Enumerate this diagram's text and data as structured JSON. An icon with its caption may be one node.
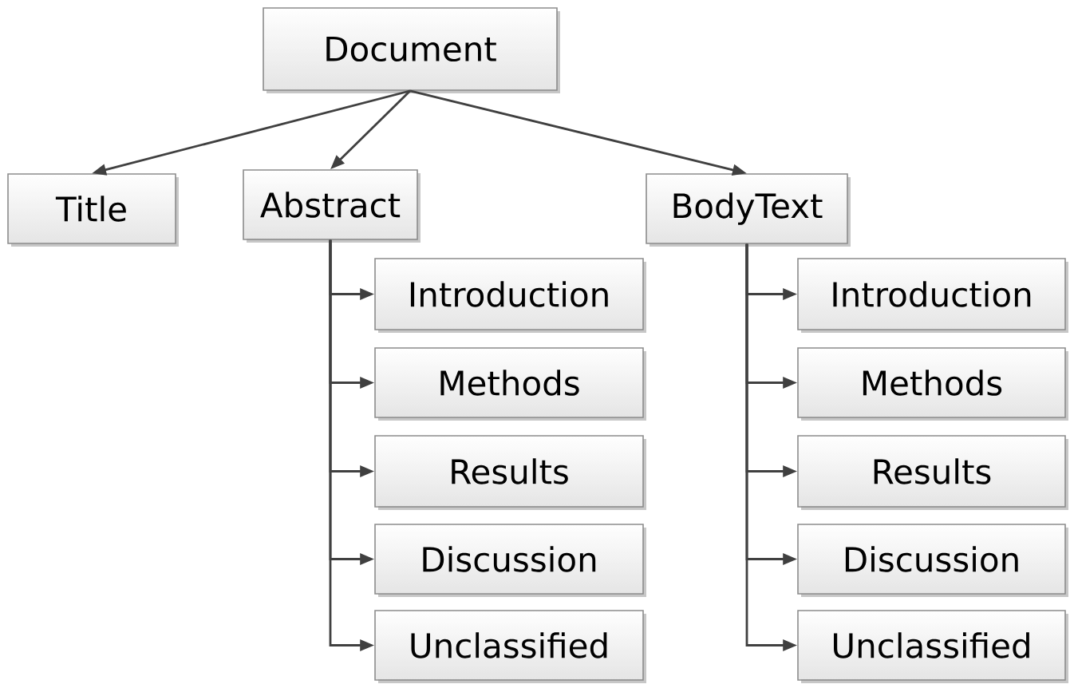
{
  "diagram": {
    "nodes": [
      {
        "text": [
          "Document"
        ]
      },
      {
        "text": [
          "Title"
        ]
      },
      {
        "text": [
          "Abstract"
        ]
      },
      {
        "text": [
          "BodyText"
        ]
      },
      {
        "text": [
          "Introduction"
        ]
      },
      {
        "text": [
          "Methods"
        ]
      },
      {
        "text": [
          "Results"
        ]
      },
      {
        "text": [
          "Discussion"
        ]
      },
      {
        "text": [
          "Unclassified"
        ]
      },
      {
        "text": [
          "Introduction"
        ]
      },
      {
        "text": [
          "Methods"
        ]
      },
      {
        "text": [
          "Results"
        ]
      },
      {
        "text": [
          "Discussion"
        ]
      },
      {
        "text": [
          "Unclassified"
        ]
      }
    ],
    "edges": [
      {
        "from": 0,
        "to": 1,
        "arrow": "to"
      },
      {
        "from": 0,
        "to": 2,
        "arrow": "to"
      },
      {
        "from": 0,
        "to": 3,
        "arrow": "to"
      },
      {
        "from": 2,
        "to": 4,
        "arrow": "to"
      },
      {
        "from": 2,
        "to": 5,
        "arrow": "to"
      },
      {
        "from": 2,
        "to": 6,
        "arrow": "to"
      },
      {
        "from": 2,
        "to": 7,
        "arrow": "to"
      },
      {
        "from": 2,
        "to": 8,
        "arrow": "to"
      },
      {
        "from": 3,
        "to": 9,
        "arrow": "to"
      },
      {
        "from": 3,
        "to": 10,
        "arrow": "to"
      },
      {
        "from": 3,
        "to": 11,
        "arrow": "to"
      },
      {
        "from": 3,
        "to": 12,
        "arrow": "to"
      },
      {
        "from": 3,
        "to": 13,
        "arrow": "to"
      }
    ]
  }
}
